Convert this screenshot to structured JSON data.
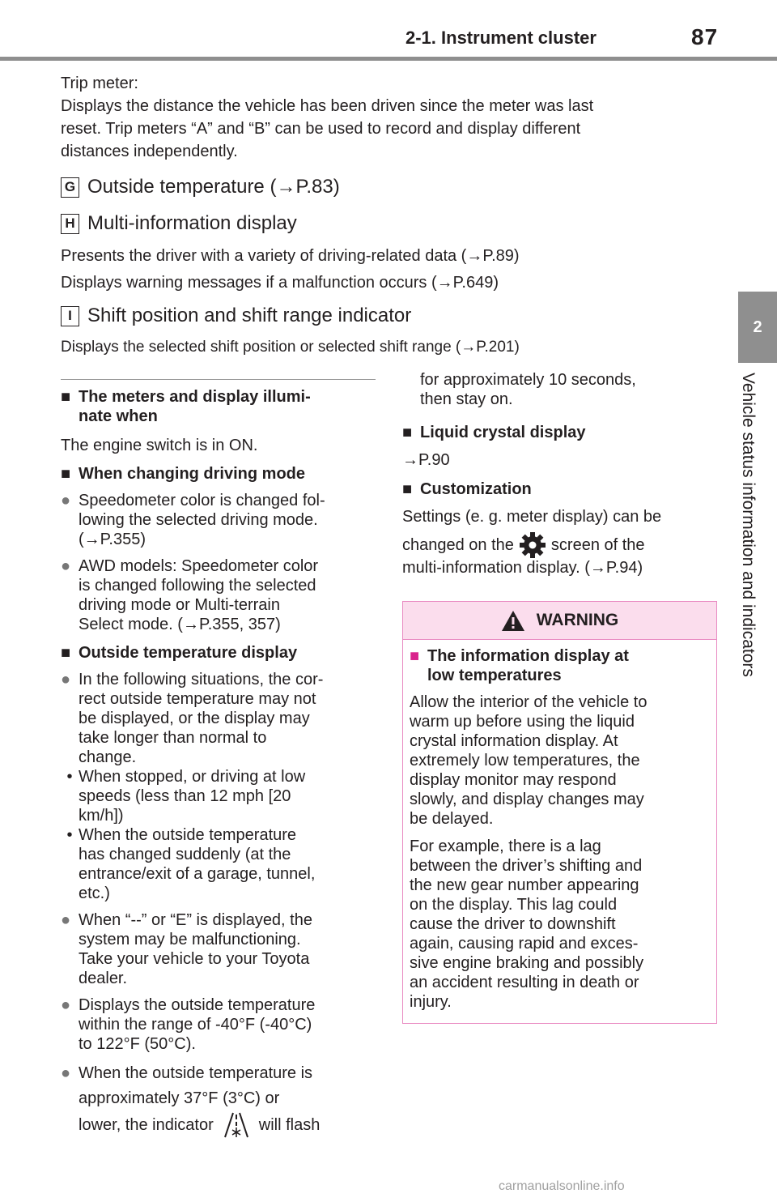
{
  "header": {
    "section": "2-1. Instrument cluster",
    "page": "87"
  },
  "side_tab": {
    "number": "2",
    "label": "Vehicle status information and indicators"
  },
  "trip": {
    "label": "Trip meter:",
    "lines": [
      "Displays the distance the vehicle has been driven since the meter was last",
      "reset. Trip meters “A” and “B” can be used to record and display different",
      "distances independently."
    ]
  },
  "sections": {
    "g": {
      "badge": "G",
      "title": "Outside temperature (→P.83)"
    },
    "h": {
      "badge": "H",
      "title": "Multi-information display",
      "line1": "Presents the driver with a variety of driving-related data (→P.89)",
      "line2": "Displays warning messages if a malfunction occurs (→P.649)"
    },
    "i": {
      "badge": "I",
      "title": "Shift position and shift range indicator",
      "line1": "Displays the selected shift position or selected shift range (→P.201)"
    }
  },
  "left": {
    "h1_sq": "■",
    "h1": "The meters and display illumi-nate when",
    "h1_l1": "The meters and display illumi-",
    "h1_l2": "nate when",
    "p1": "The engine switch is in ON.",
    "h2_sq": "■",
    "h2": "When changing driving mode",
    "b1_l1": "Speedometer color is changed fol-",
    "b1_l2": "lowing the selected driving mode.",
    "b1_l3": "(→P.355)",
    "b2_l1": "AWD models: Speedometer color",
    "b2_l2": "is changed following the selected",
    "b2_l3": "driving mode or Multi-terrain",
    "b2_l4": "Select mode. (→P.355, 357)",
    "h3_sq": "■",
    "h3": "Outside temperature display",
    "b3_l1": "In the following situations, the cor-",
    "b3_l2": "rect outside temperature may not",
    "b3_l3": "be displayed, or the display may",
    "b3_l4": "take longer than normal to",
    "b3_l5": "change.",
    "d1_l1": "When stopped, or driving at low",
    "d1_l2": "speeds (less than 12 mph [20",
    "d1_l3": "km/h])",
    "d2_l1": "When the outside temperature",
    "d2_l2": "has changed suddenly (at the",
    "d2_l3": "entrance/exit of a garage, tunnel,",
    "d2_l4": "etc.)",
    "b4_l1": "When “--” or “E” is displayed, the",
    "b4_l2": "system may be malfunctioning.",
    "b4_l3": "Take your vehicle to your Toyota",
    "b4_l4": "dealer.",
    "b5_l1": "Displays the outside temperature",
    "b5_l2": "within the range of -40°F (-40°C)",
    "b5_l3": "to 122°F (50°C).",
    "b6_l1": "When the outside temperature is",
    "b6_l2": "approximately 37°F (3°C) or",
    "b6_l3a": "lower, the indicator",
    "b6_l3b": "will flash",
    "bullet": "●",
    "dash": "•"
  },
  "right": {
    "cont_l1": "for approximately 10 seconds,",
    "cont_l2": "then stay on.",
    "h4_sq": "■",
    "h4": "Liquid crystal display",
    "ref": "→P.90",
    "h5_sq": "■",
    "h5": "Customization",
    "c_l1": "Settings (e. g. meter display) can be",
    "c_l2a": "changed on the",
    "c_l2b": "screen of the",
    "c_l3": "multi-information display. (→P.94)"
  },
  "warning": {
    "title": "WARNING",
    "h_sq": "■",
    "h_l1": "The information display at",
    "h_l2": "low temperatures",
    "p1": [
      "Allow the interior of the vehicle to",
      "warm up before using the liquid",
      "crystal information display. At",
      "extremely low temperatures, the",
      "display monitor may respond",
      "slowly, and display changes may",
      "be delayed."
    ],
    "p2": [
      "For example, there is a lag",
      "between the driver’s shifting and",
      "the new gear number appearing",
      "on the display. This lag could",
      "cause the driver to downshift",
      "again, causing rapid and exces-",
      "sive engine braking and possibly",
      "an accident resulting in death or",
      "injury."
    ]
  },
  "watermark": "carmanualsonline.info"
}
